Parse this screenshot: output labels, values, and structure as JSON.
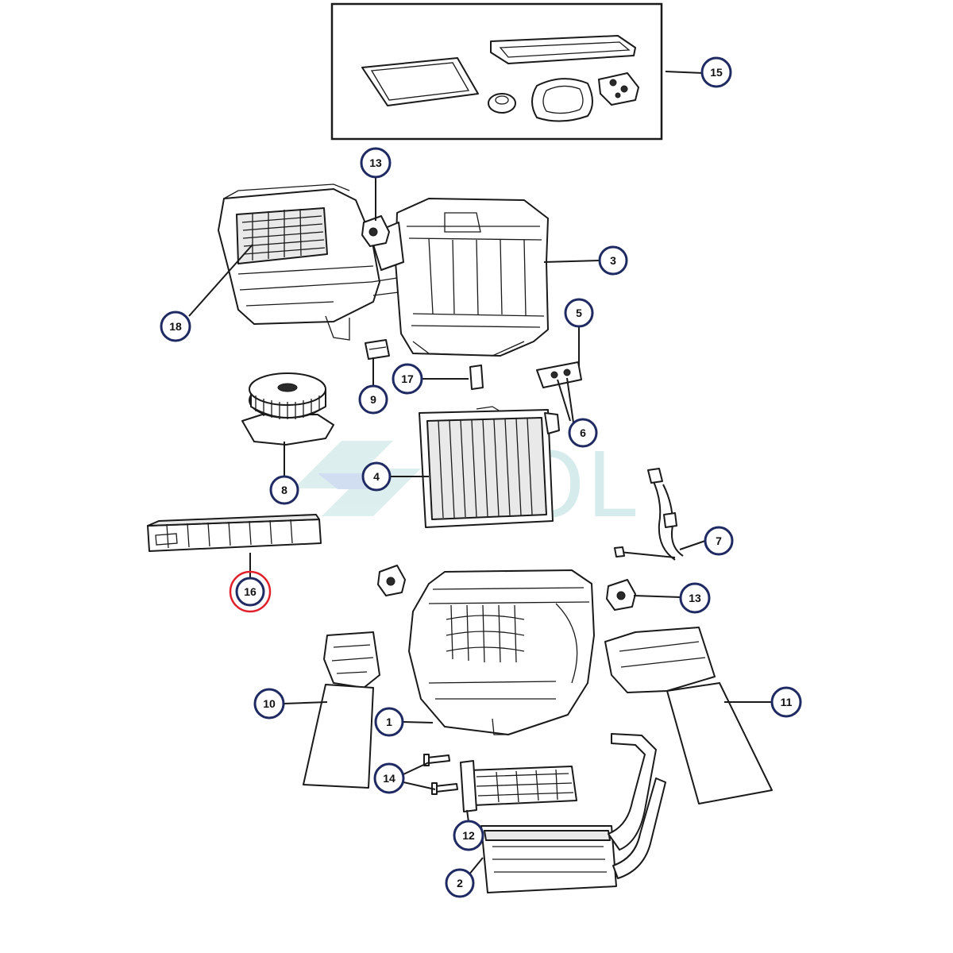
{
  "callouts": {
    "c1": "1",
    "c2": "2",
    "c3": "3",
    "c4": "4",
    "c5": "5",
    "c6": "6",
    "c7": "7",
    "c8": "8",
    "c9": "9",
    "c10": "10",
    "c11": "11",
    "c12": "12",
    "c13a": "13",
    "c13b": "13",
    "c14": "14",
    "c15": "15",
    "c16": "16",
    "c17": "17",
    "c18": "18"
  },
  "highlighted_callout": "16",
  "highlight_color": "#e0202a",
  "callout_border_color": "#1f2a63",
  "watermark": {
    "text": "SOL"
  }
}
